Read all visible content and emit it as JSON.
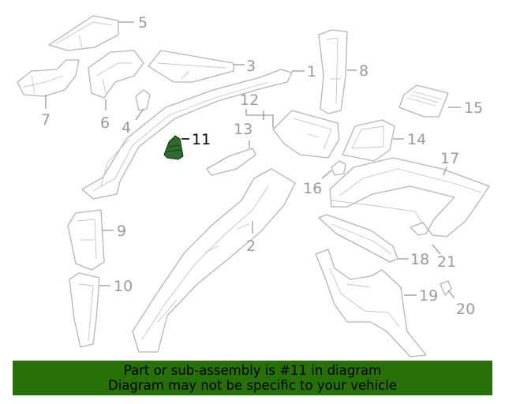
{
  "highlighted_part": "11",
  "colors": {
    "highlight_fill": "#2f6b2f",
    "banner_background": "#267007",
    "part_lines": "#b4b4b4",
    "callout_text": "#9a9a9a"
  },
  "callouts": {
    "c1": "1",
    "c2": "2",
    "c3": "3",
    "c4": "4",
    "c5": "5",
    "c6": "6",
    "c7": "7",
    "c8": "8",
    "c9": "9",
    "c10": "10",
    "c11": "11",
    "c12": "12",
    "c13": "13",
    "c14": "14",
    "c15": "15",
    "c16": "16",
    "c17": "17",
    "c18": "18",
    "c19": "19",
    "c20": "20",
    "c21": "21"
  },
  "banner": {
    "line1": "Part or sub-assembly is #11 in diagram",
    "line2": "Diagram may not be specific to your vehicle"
  }
}
